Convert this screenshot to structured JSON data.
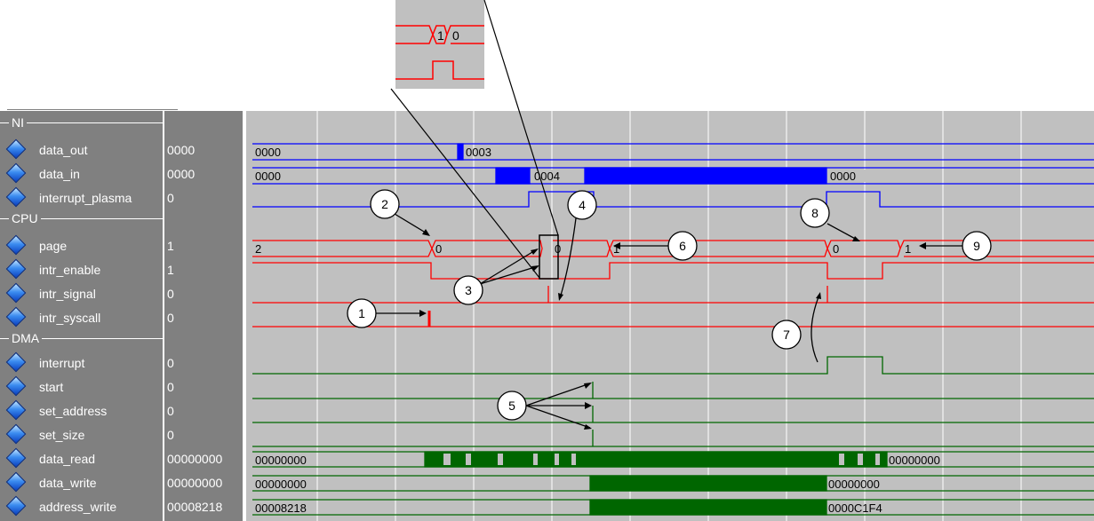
{
  "groups": {
    "ni": "NI",
    "cpu": "CPU",
    "dma": "DMA"
  },
  "signals": {
    "data_out": {
      "name": "data_out",
      "value": "0000",
      "segs": [
        "0000",
        "0003"
      ]
    },
    "data_in": {
      "name": "data_in",
      "value": "0000",
      "segs": [
        "0000",
        "0004",
        "0000"
      ]
    },
    "interrupt_plasma": {
      "name": "interrupt_plasma",
      "value": "0"
    },
    "page": {
      "name": "page",
      "value": "1",
      "segs": [
        "2",
        "0",
        "0",
        "1",
        "0",
        "1"
      ]
    },
    "intr_enable": {
      "name": "intr_enable",
      "value": "1"
    },
    "intr_signal": {
      "name": "intr_signal",
      "value": "0"
    },
    "intr_syscall": {
      "name": "intr_syscall",
      "value": "0"
    },
    "interrupt": {
      "name": "interrupt",
      "value": "0"
    },
    "start": {
      "name": "start",
      "value": "0"
    },
    "set_address": {
      "name": "set_address",
      "value": "0"
    },
    "set_size": {
      "name": "set_size",
      "value": "0"
    },
    "data_read": {
      "name": "data_read",
      "value": "00000000",
      "segs": [
        "00000000",
        "00000000"
      ]
    },
    "data_write": {
      "name": "data_write",
      "value": "00000000",
      "segs": [
        "00000000",
        "00000000"
      ]
    },
    "address_write": {
      "name": "address_write",
      "value": "00008218",
      "segs": [
        "00008218",
        "0000C1F4"
      ]
    }
  },
  "zoom": {
    "a": "1",
    "b": "0"
  },
  "callouts": [
    "1",
    "2",
    "3",
    "4",
    "5",
    "6",
    "7",
    "8",
    "9"
  ],
  "colors": {
    "cpu": "#ff0000",
    "ni": "#0000ff",
    "dma": "#006600",
    "grid": "#ffffff",
    "wavebg": "#c0c0c0",
    "panel": "#808080"
  }
}
